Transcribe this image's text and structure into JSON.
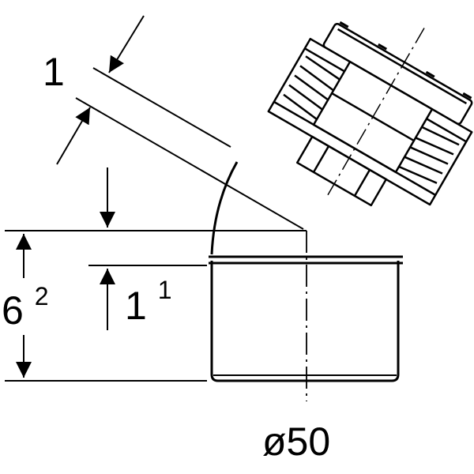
{
  "dimensions": {
    "offset": {
      "value": "1"
    },
    "total_height": {
      "value": "6",
      "superscript": "2"
    },
    "socket_height": {
      "value": "1",
      "superscript": "1"
    },
    "diameter": {
      "value": "ø50"
    }
  },
  "colors": {
    "line": "#000000",
    "background": "#ffffff"
  }
}
